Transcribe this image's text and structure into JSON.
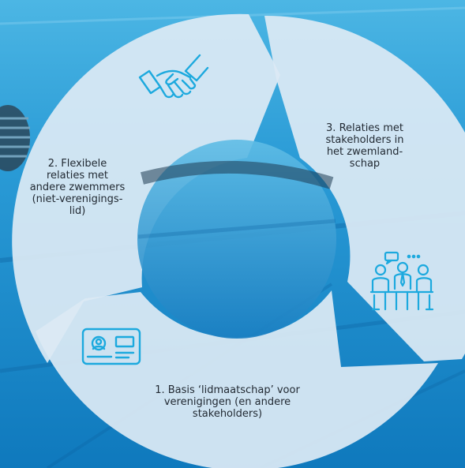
{
  "diagram": {
    "type": "cycle",
    "segments": [
      {
        "number": "1",
        "lines": [
          "1. Basis ‘lidmaatschap’ voor",
          "verenigingen (en andere",
          "stakeholders)"
        ],
        "icon": "id-card-icon"
      },
      {
        "number": "2",
        "lines": [
          "2. Flexibele",
          "relaties met",
          "andere zwemmers",
          "(niet-verenigings-",
          "lid)"
        ],
        "icon": "handshake-icon"
      },
      {
        "number": "3",
        "lines": [
          "3. Relaties met",
          "stakeholders in",
          "het zwemland-",
          "schap"
        ],
        "icon": "meeting-icon"
      }
    ]
  },
  "colors": {
    "ring_fill": "#dbeaf4",
    "icon_stroke": "#1ca9de",
    "text": "#222a33",
    "water_dark": "#0a6fb5",
    "water_light": "#2fa3dc"
  }
}
